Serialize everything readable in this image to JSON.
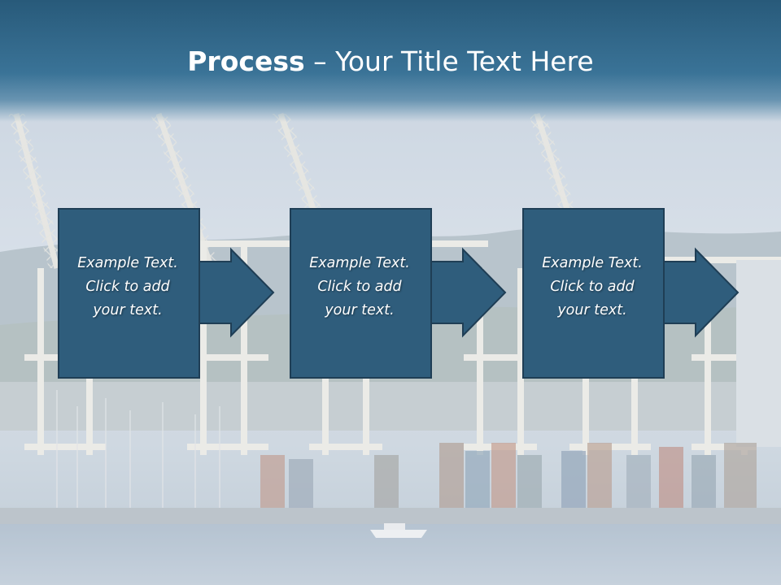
{
  "slide": {
    "title_bold": "Process",
    "title_dash": " – ",
    "title_rest": "Your Title Text Here"
  },
  "steps": [
    {
      "lines": [
        "Example Text.",
        "Click  to add",
        "your text."
      ]
    },
    {
      "lines": [
        "Example Text.",
        "Click  to add",
        "your text."
      ]
    },
    {
      "lines": [
        "Example Text.",
        "Click  to add",
        "your text."
      ]
    }
  ],
  "colors": {
    "title_band": "#2e6384",
    "step_fill": "#2f5d7c",
    "step_stroke": "#1f3e55",
    "text": "#ffffff"
  },
  "icons": {
    "step_connector": "arrow-right-icon",
    "background": "harbor-cranes-photo"
  }
}
